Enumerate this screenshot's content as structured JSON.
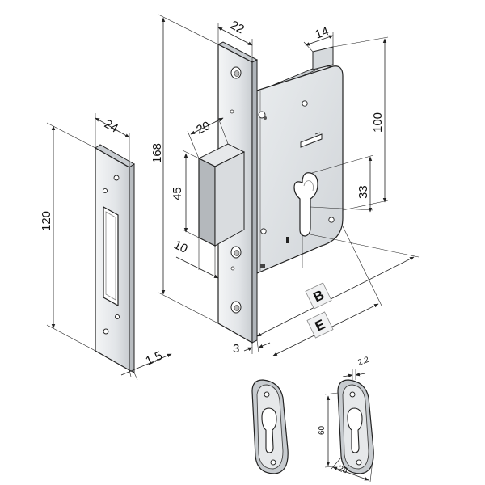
{
  "dimensions": {
    "strike_width": "24",
    "strike_height": "120",
    "strike_thickness": "1.5",
    "faceplate_width": "22",
    "overall_height": "168",
    "bolt_depth": "20",
    "bolt_height": "45",
    "bolt_offset": "10",
    "case_depth": "14",
    "case_height": "100",
    "cylinder_offset": "33",
    "faceplate_thickness": "3",
    "backset": "B",
    "overall_depth": "E",
    "rosette_width": "28",
    "rosette_height": "60",
    "rosette_thickness": "2.2"
  },
  "colors": {
    "steel_light": "#eef0f2",
    "steel_mid": "#d3d7db",
    "steel_dark": "#a9aeb3",
    "bolt_face": "#b7bbbf",
    "line": "#222222"
  }
}
